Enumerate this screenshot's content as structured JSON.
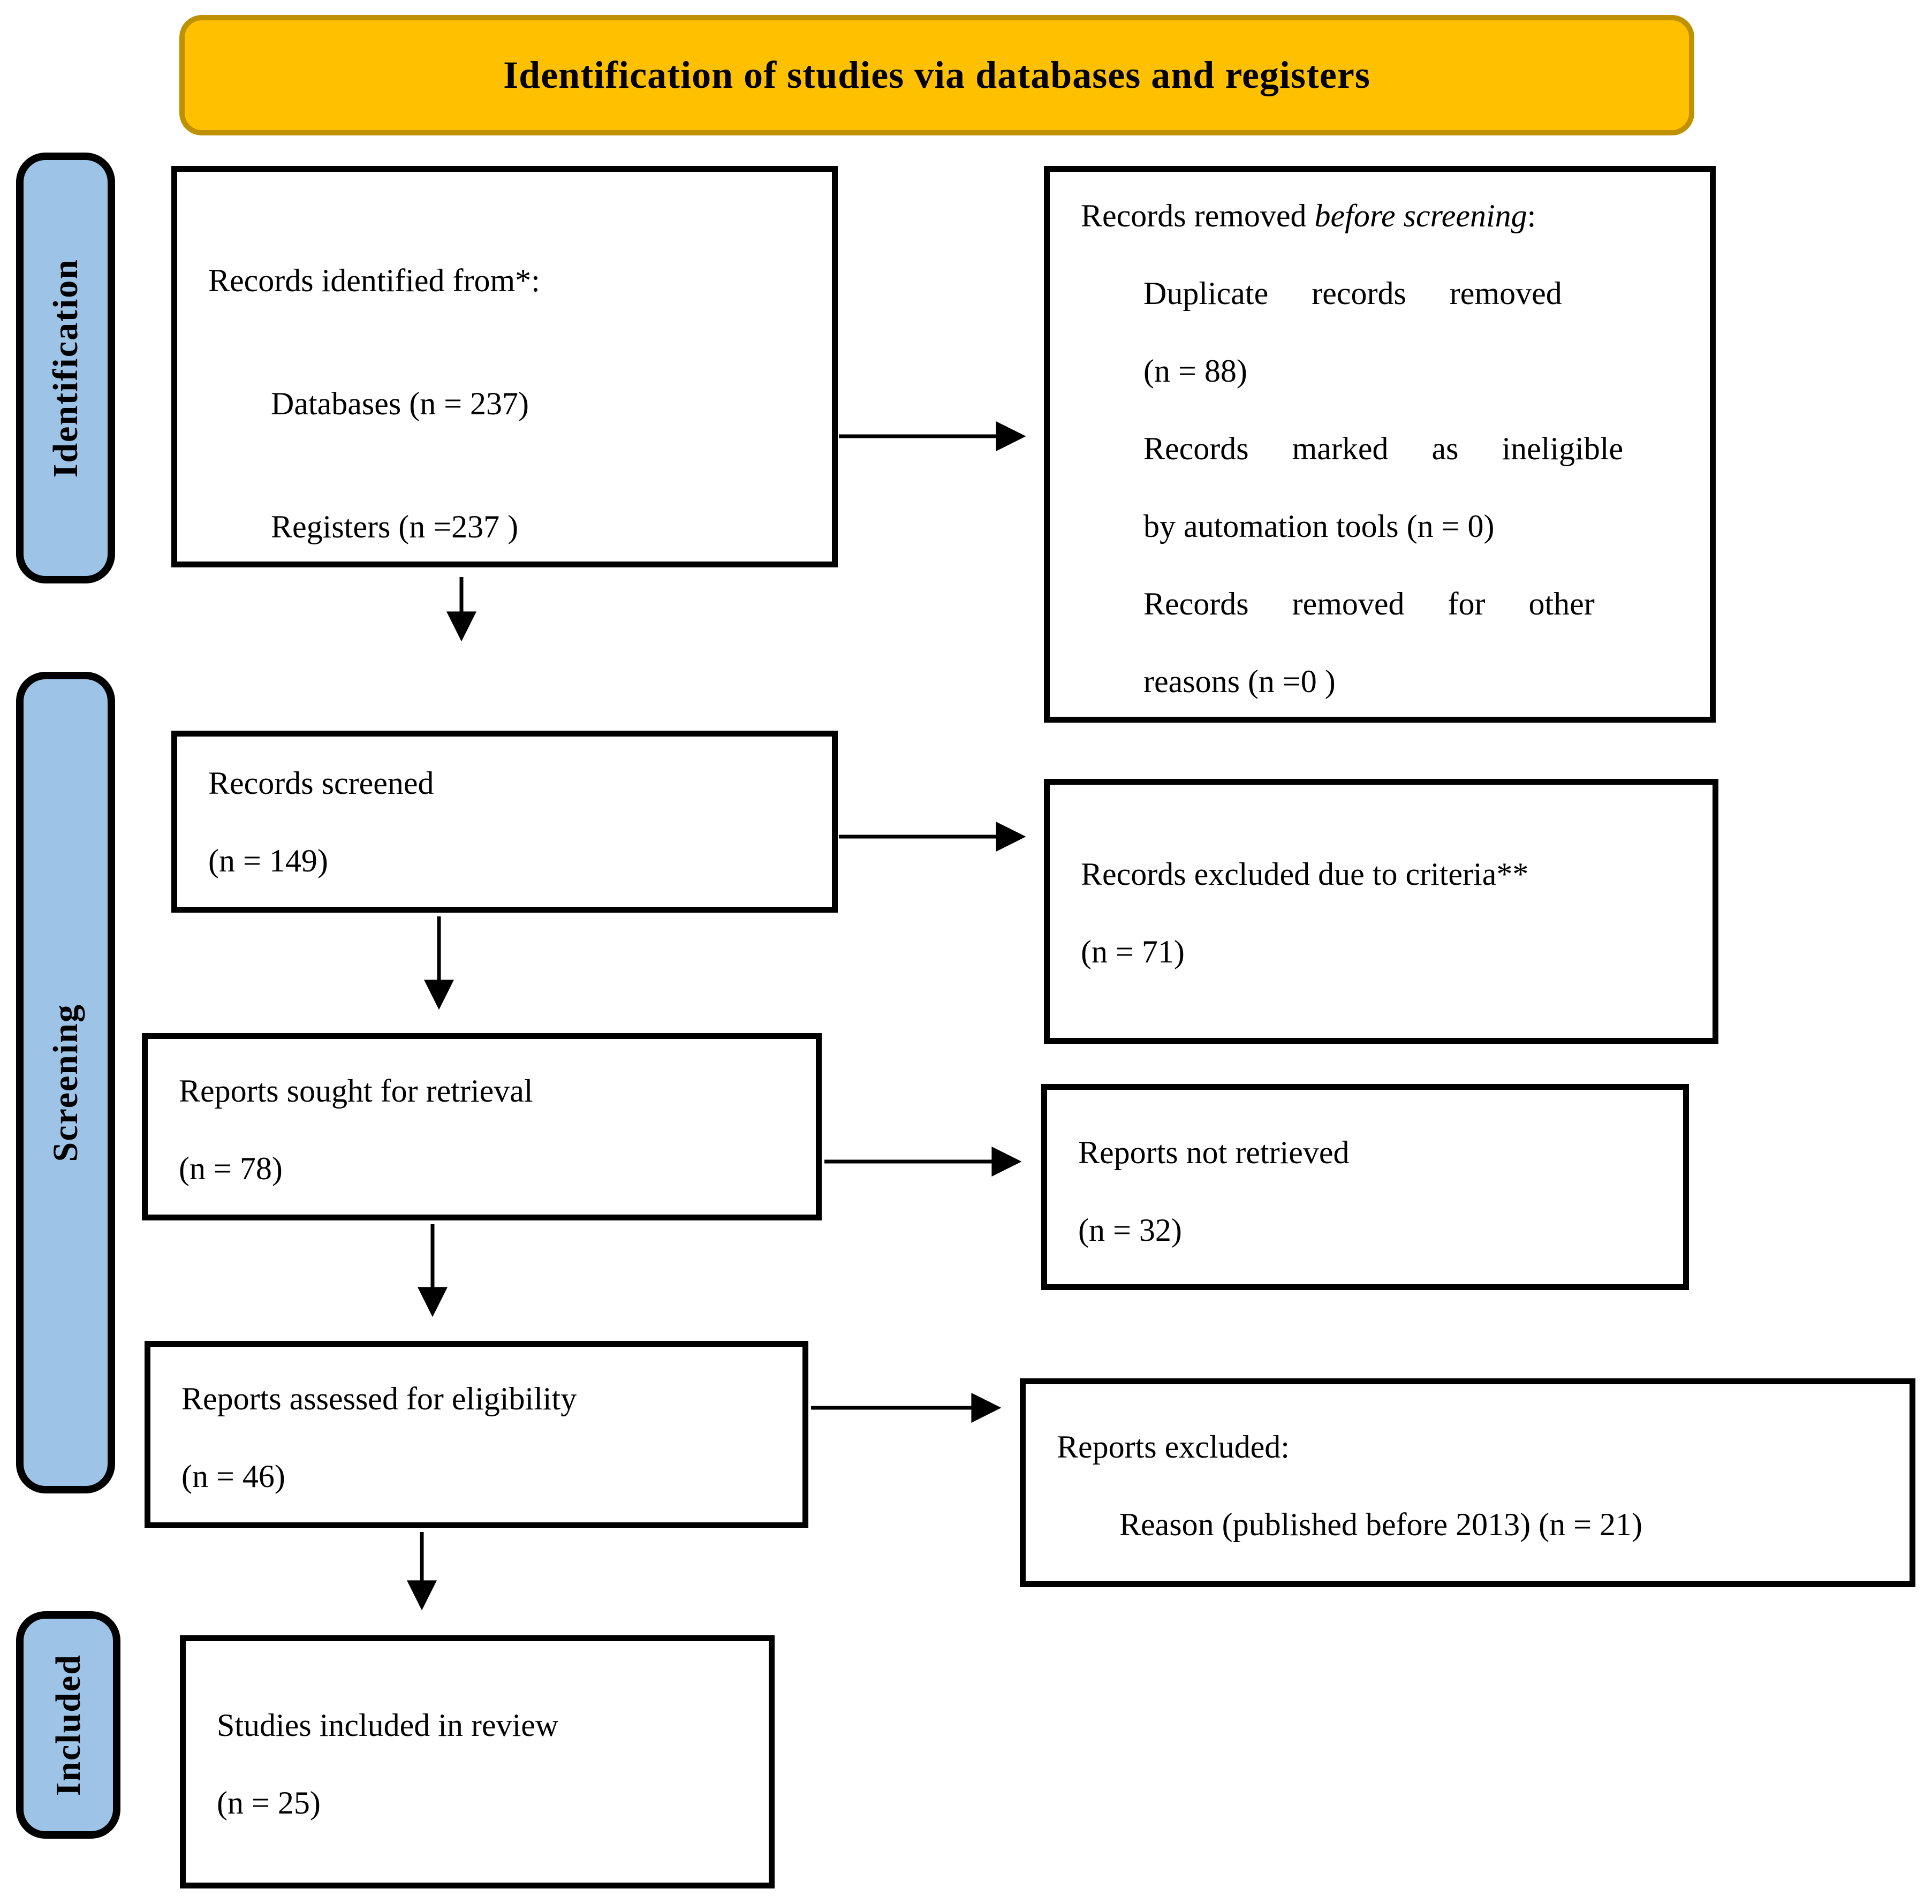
{
  "header": {
    "title": "Identification of studies via databases and registers"
  },
  "side_labels": {
    "identification": "Identification",
    "screening": "Screening",
    "included": "Included"
  },
  "boxes": {
    "identified": {
      "title": "Records identified from*:",
      "items": [
        "Databases (n = 237)",
        "Registers (n =237 )"
      ]
    },
    "removed": {
      "title_pre": "Records removed ",
      "title_italic": "before screening",
      "title_post": ":",
      "items": [
        "Duplicate records removed",
        "(n = 88)",
        "Records marked as ineligible",
        "by automation tools (n = 0)",
        "Records removed for other",
        "reasons (n =0 )"
      ]
    },
    "screened": {
      "lines": [
        "Records screened",
        "(n = 149)"
      ]
    },
    "excluded_criteria": {
      "lines": [
        "Records excluded due to criteria**",
        "(n = 71)"
      ]
    },
    "sought": {
      "lines": [
        "Reports sought for retrieval",
        "(n = 78)"
      ]
    },
    "not_retrieved": {
      "lines": [
        "Reports not retrieved",
        "(n = 32)"
      ]
    },
    "assessed": {
      "lines": [
        "Reports assessed for eligibility",
        "(n = 46)"
      ]
    },
    "reports_excluded": {
      "title": "Reports excluded:",
      "items": [
        "Reason (published before 2013) (n = 21)"
      ]
    },
    "included_review": {
      "lines": [
        "Studies included in review",
        "(n = 25)"
      ]
    }
  },
  "colors": {
    "header_fill": "#FFC000",
    "header_border": "#BF9000",
    "side_label_fill": "#9DC3E6",
    "box_border": "#000000",
    "arrow": "#000000"
  }
}
